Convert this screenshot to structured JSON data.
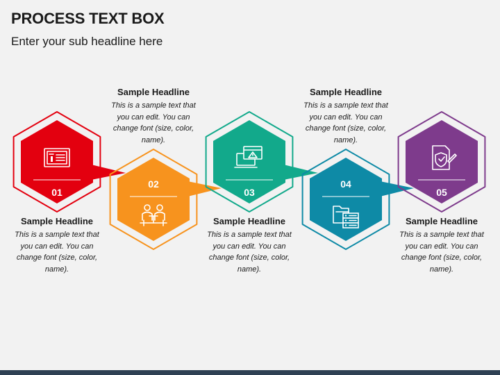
{
  "page": {
    "title": "PROCESS TEXT BOX",
    "subtitle": "Enter your sub headline here"
  },
  "steps": [
    {
      "number": "01",
      "color": "#e3000f",
      "icon": "presentation-board-icon",
      "headline": "Sample Headline",
      "body": "This is a sample text that you can edit. You can change font (size, color, name).",
      "text_position": "below"
    },
    {
      "number": "02",
      "color": "#f7931e",
      "icon": "meeting-people-icon",
      "headline": "Sample Headline",
      "body": "This is a sample text that you can edit. You can change font (size, color, name).",
      "text_position": "above"
    },
    {
      "number": "03",
      "color": "#12a98b",
      "icon": "computer-warning-icon",
      "headline": "Sample Headline",
      "body": "This is a sample text that you can edit. You can change font (size, color, name).",
      "text_position": "below"
    },
    {
      "number": "04",
      "color": "#0e8aa6",
      "icon": "files-server-icon",
      "headline": "Sample Headline",
      "body": "This is a sample text that you can edit. You can change font (size, color, name).",
      "text_position": "above"
    },
    {
      "number": "05",
      "color": "#7e3b8c",
      "icon": "document-shield-icon",
      "headline": "Sample Headline",
      "body": "This is a sample text that you can edit. You can change font (size, color, name).",
      "text_position": "below"
    }
  ]
}
